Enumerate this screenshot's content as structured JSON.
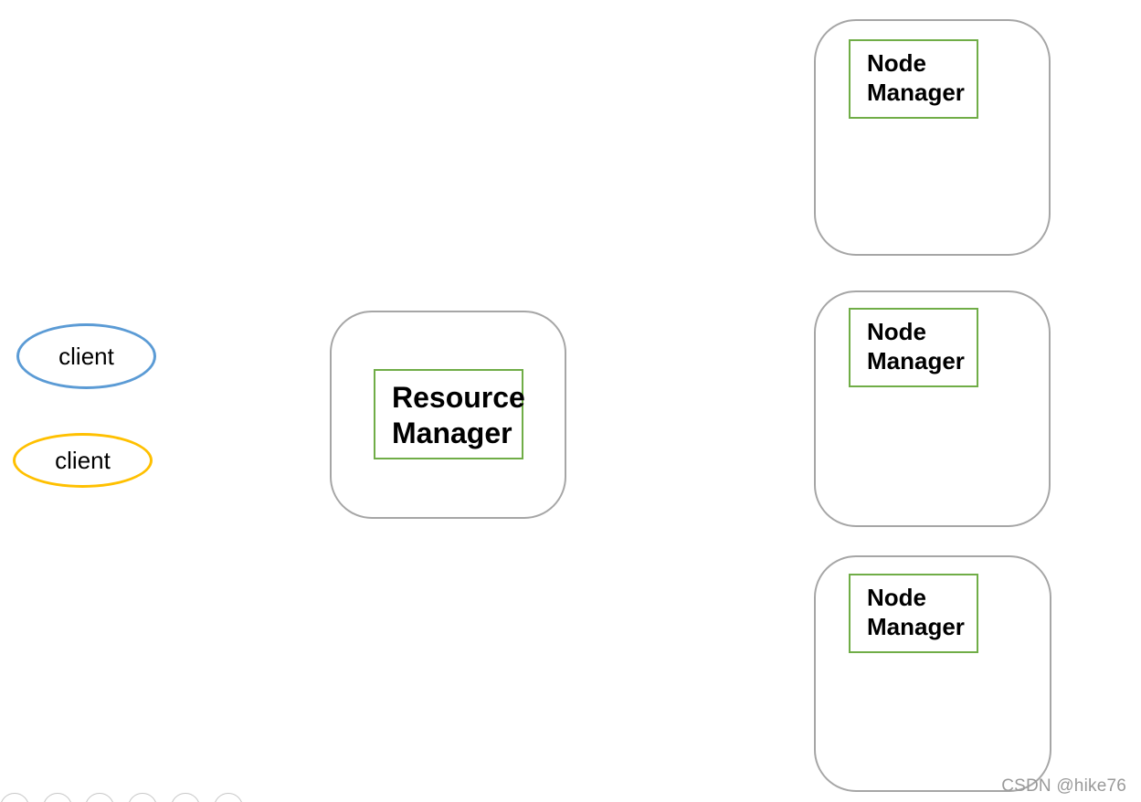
{
  "clients": [
    {
      "label": "client",
      "color": "#5b9bd5"
    },
    {
      "label": "client",
      "color": "#ffc000"
    }
  ],
  "resource_manager": {
    "line1": "Resource",
    "line2": "Manager"
  },
  "node_managers": [
    {
      "line1": "Node",
      "line2": "Manager"
    },
    {
      "line1": "Node",
      "line2": "Manager"
    },
    {
      "line1": "Node",
      "line2": "Manager"
    }
  ],
  "colors": {
    "outer_border": "#a6a6a6",
    "inner_border": "#70ad47"
  },
  "watermark": "CSDN @hike76",
  "toolbar_icons": [
    "tool-icon-1",
    "tool-icon-2",
    "tool-icon-3",
    "tool-icon-4",
    "tool-icon-5",
    "tool-icon-6"
  ]
}
